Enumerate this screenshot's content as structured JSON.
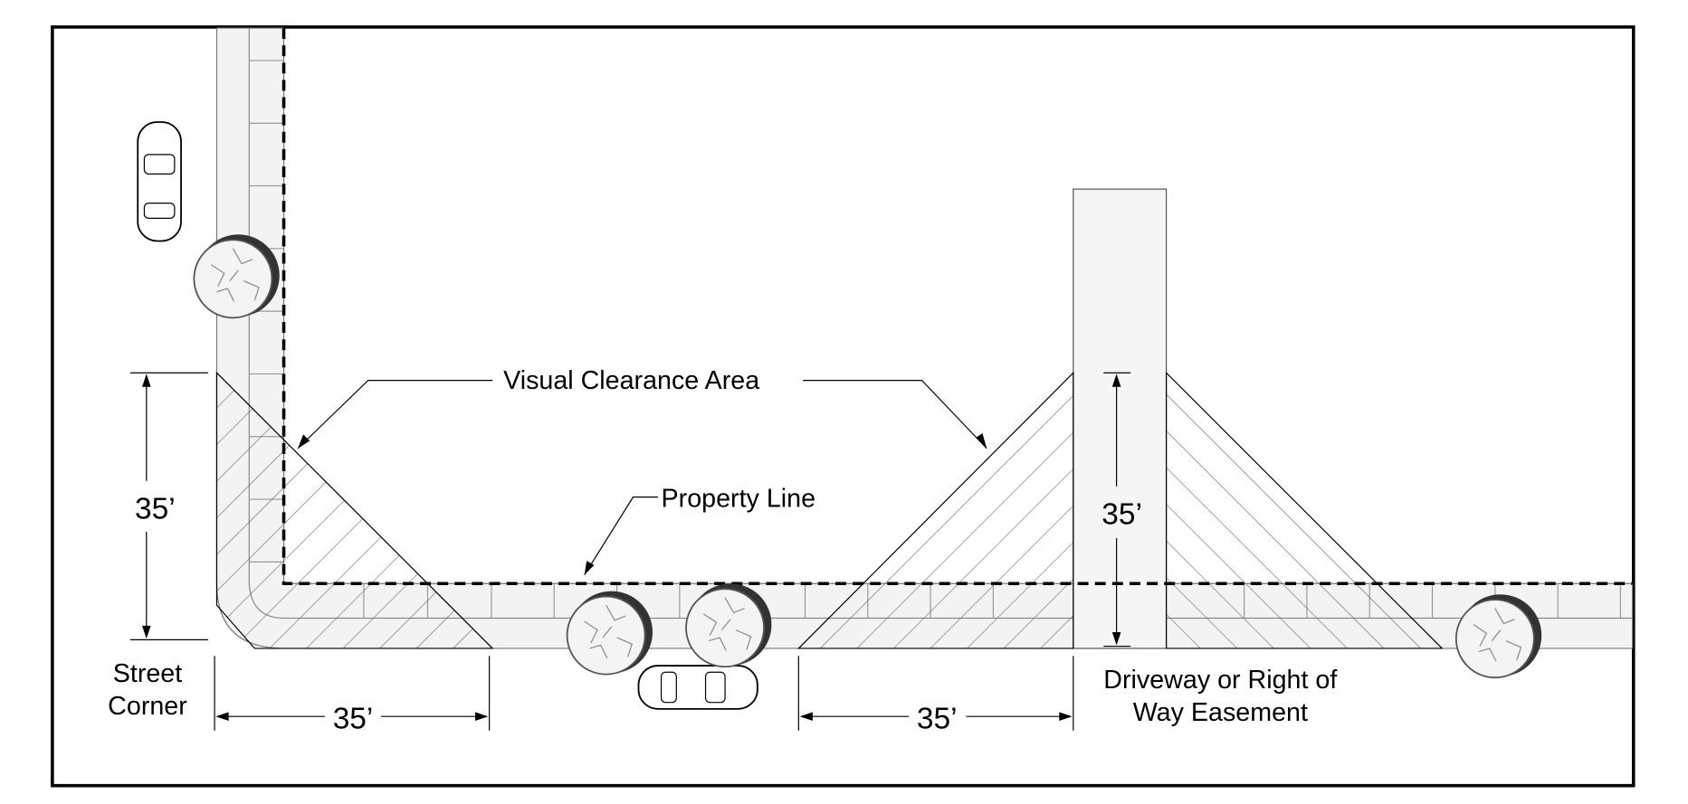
{
  "labels": {
    "visual_clearance": "Visual Clearance Area",
    "property_line": "Property Line",
    "street_corner_1": "Street",
    "street_corner_2": "Corner",
    "driveway_1": "Driveway or Right of",
    "driveway_2": "Way Easement"
  },
  "dimensions": {
    "corner_vertical": "35’",
    "corner_horizontal": "35’",
    "driveway_vertical": "35’",
    "driveway_horizontal": "35’"
  },
  "colors": {
    "line": "#000000",
    "sidewalk": "#f2f2f2",
    "hatch": "#555555",
    "tree_shadow": "#333333"
  }
}
